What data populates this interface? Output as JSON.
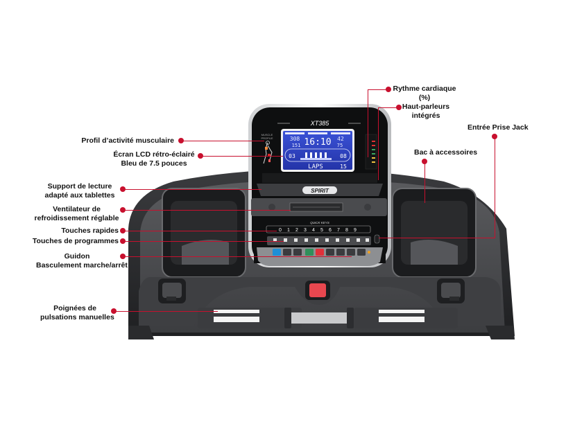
{
  "diagram": {
    "product": {
      "model": "XT385",
      "brand": "SPIRIT",
      "quickkeys_title": "QUICK KEYS",
      "lcd": {
        "top_left_value": "308",
        "top_left_sub": "151",
        "top_center_value": "16:10",
        "top_right_value": "42",
        "top_right_sub": "75",
        "mid_left_value": "03",
        "mid_right_value": "08",
        "bottom_text": "LAPS",
        "bottom_value": "15"
      },
      "quickkeys": [
        "0",
        "1",
        "2",
        "3",
        "4",
        "5",
        "6",
        "7",
        "8",
        "9"
      ],
      "program_buttons_count": 10,
      "accent_color": "#c8102e",
      "lcd_color": "#2a3fbf"
    },
    "callouts": {
      "muscle_profile": "Profil d’activité musculaire",
      "lcd_line1": "Écran LCD rétro-éclairé",
      "lcd_line2": "Bleu de 7.5 pouces",
      "tablet_line1": "Support de lecture",
      "tablet_line2": "adapté aux tablettes",
      "fan_line1": "Ventilateur de",
      "fan_line2": "refroidissement réglable",
      "quick_keys": "Touches rapides",
      "program_keys": "Touches de programmes",
      "handlebar_line1": "Guidon",
      "handlebar_line2": "Basculement marche/arrêt",
      "pulse_line1": "Poignées de",
      "pulse_line2": "pulsations manuelles",
      "heart_rate_line1": "Rythme cardiaque",
      "heart_rate_line2": "(%)",
      "speakers_line1": "Haut-parleurs",
      "speakers_line2": "intégrés",
      "jack": "Entrée Prise Jack",
      "accessory_tray": "Bac à accessoires"
    }
  }
}
